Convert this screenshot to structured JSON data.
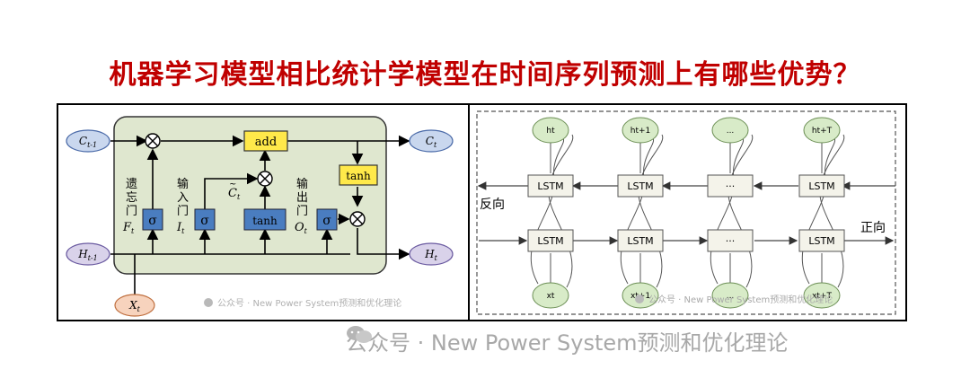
{
  "page": {
    "title": "机器学习模型相比统计学模型在时间序列预测上有哪些优势？",
    "watermark": "公众号 · New Power System预测和优化理论"
  },
  "lstm_cell": {
    "c_prev": "C",
    "c_prev_sub": "t-1",
    "c_out": "C",
    "c_out_sub": "t",
    "h_prev": "H",
    "h_prev_sub": "t-1",
    "h_out": "H",
    "h_out_sub": "t",
    "x_in": "X",
    "x_in_sub": "t",
    "add_label": "add",
    "tanh_label": "tanh",
    "sigma": "σ",
    "forget_gate": [
      "遗",
      "忘",
      "门"
    ],
    "forget_var": "F",
    "input_gate": [
      "输",
      "入",
      "门"
    ],
    "input_var": "I",
    "output_gate": [
      "输",
      "出",
      "门"
    ],
    "output_var": "O",
    "candidate": "C",
    "var_sub": "t",
    "watermark": "公众号 · New Power System预测和优化理论"
  },
  "bilstm": {
    "outputs": [
      "ht",
      "ht+1",
      "...",
      "ht+T"
    ],
    "inputs": [
      "xt",
      "xt+1",
      "...",
      "xt+T"
    ],
    "cell_label": "LSTM",
    "ellipsis": "···",
    "backward_label": "反向",
    "forward_label": "正向",
    "watermark": "公众号 · New Power System预测和优化理论"
  },
  "colors": {
    "title_red": "#c00000",
    "cell_bg": "#dfe7cf",
    "gate_blue": "#4a7dc0",
    "add_yellow": "#ffe94a",
    "c_node": "#c9d7ee",
    "h_node": "#d9d2ea",
    "x_node": "#f7d3bd",
    "bi_node": "#d8ebc8"
  }
}
